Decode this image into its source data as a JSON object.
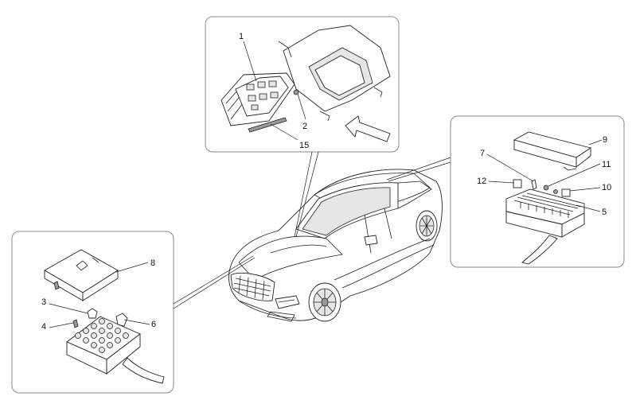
{
  "callouts": {
    "c1": "1",
    "c2": "2",
    "c3": "3",
    "c4": "4",
    "c5": "5",
    "c6": "6",
    "c7": "7",
    "c8": "8",
    "c9": "9",
    "c10": "10",
    "c11": "11",
    "c12": "12",
    "c15": "15"
  },
  "colors": {
    "line": "#222222",
    "panel_border": "#8a8a8a",
    "fill": "#ffffff"
  }
}
